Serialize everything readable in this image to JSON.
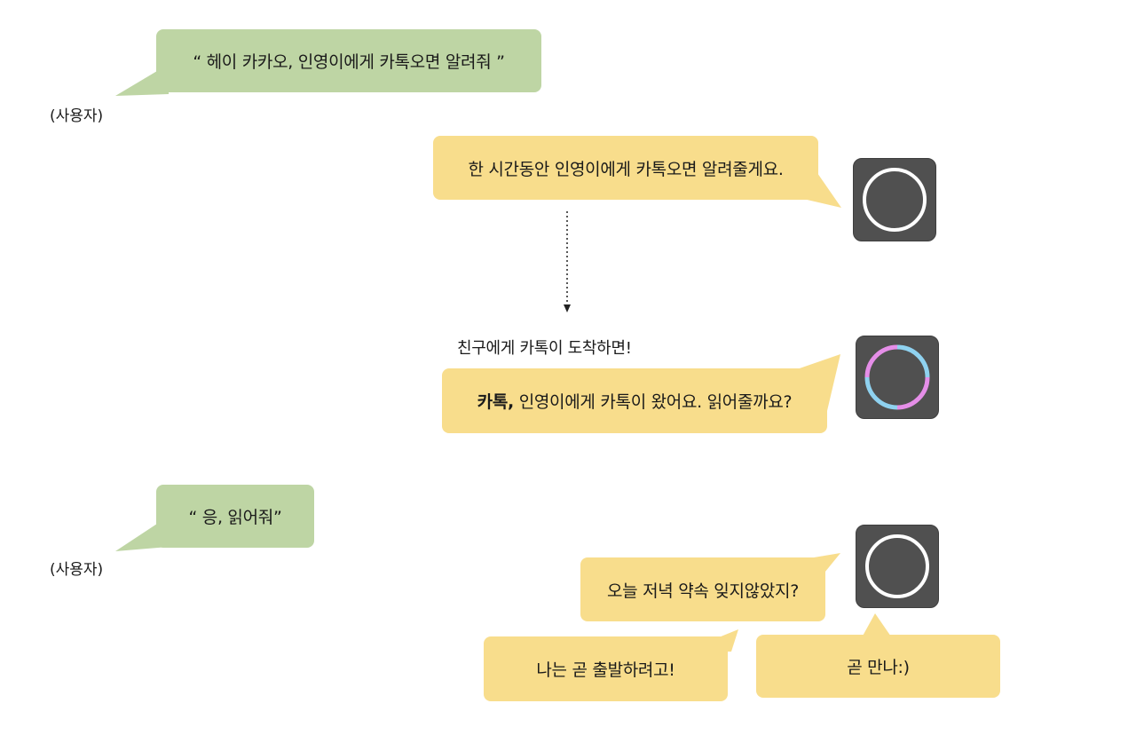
{
  "messages": {
    "user_command": "“ 헤이 카카오, 인영이에게 카톡오면 알려줘 ”",
    "speaker_reply_1": "한 시간동안 인영이에게 카톡오면 알려줄게요.",
    "trigger_note": "친구에게 카톡이 도착하면!",
    "speaker_notify_bold": "카톡,",
    "speaker_notify_rest": " 인영이에게 카톡이 왔어요. 읽어줄까요?",
    "user_reply": "“ 응, 읽어줘”",
    "message_read": "오늘 저녁 약속 잊지않았지?",
    "message_read_2": "나는 곧 출발하려고!",
    "speaker_closing": "곧 만나:)"
  },
  "labels": {
    "user_1": "(사용자)",
    "user_2": "(사용자)"
  },
  "colors": {
    "user_bubble": "#bed5a4",
    "speaker_bubble": "#f8dd8c",
    "device_body": "#505050",
    "ring_idle": "#ffffff",
    "ring_active_pink": "#e58ee8",
    "ring_active_blue": "#8fd2f0"
  },
  "icons": {
    "speaker_idle": "speaker-idle-icon",
    "speaker_active": "speaker-active-icon"
  }
}
